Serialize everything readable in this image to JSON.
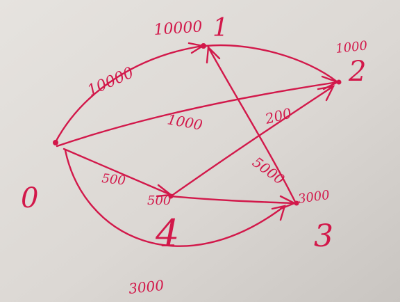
{
  "ink_color": "#d2184a",
  "paper_color": "#dcd9d5",
  "nodes": [
    {
      "id": "0",
      "label": "0",
      "value": ""
    },
    {
      "id": "1",
      "label": "1",
      "value": "10000"
    },
    {
      "id": "2",
      "label": "2",
      "value": "1000"
    },
    {
      "id": "3",
      "label": "3",
      "value": "3000"
    },
    {
      "id": "4",
      "label": "4",
      "value": "500"
    }
  ],
  "edges": [
    {
      "from": "0",
      "to": "1",
      "label": "10000"
    },
    {
      "from": "0",
      "to": "2",
      "label": "1000"
    },
    {
      "from": "0",
      "to": "4",
      "label": "500"
    },
    {
      "from": "0",
      "to": "3",
      "label": "3000"
    },
    {
      "from": "1",
      "to": "2",
      "label": ""
    },
    {
      "from": "4",
      "to": "2",
      "label": "200"
    },
    {
      "from": "4",
      "to": "3",
      "label": ""
    },
    {
      "from": "3",
      "to": "1",
      "label": "5000"
    }
  ]
}
